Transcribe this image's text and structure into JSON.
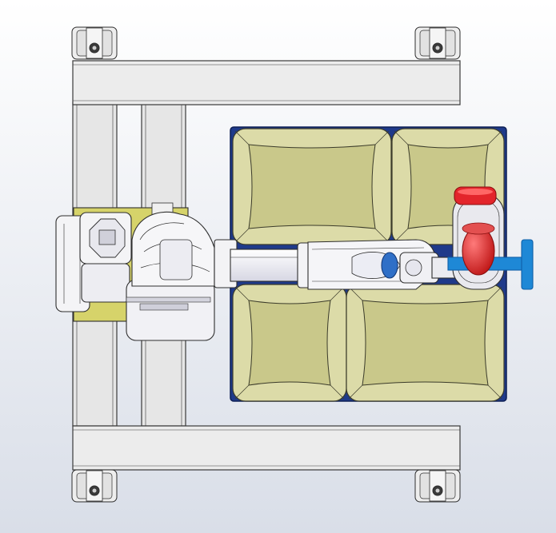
{
  "scene": {
    "kind": "cad-top-view",
    "subject": "robot-palletizing-cell",
    "colors": {
      "background_top": "#ffffff",
      "background_bottom": "#d9dee8",
      "frame_fill": "#e8e8e8",
      "frame_stroke": "#3a3a3a",
      "bag_fill": "#dcdba8",
      "bag_inner": "#c9c88a",
      "pallet": "#1f3a8a",
      "robot_body": "#f4f4f6",
      "robot_shadow": "#c8c8d8",
      "base_plate": "#d6d36a",
      "gripper_red": "#e3252b",
      "gripper_blue": "#1e88d6",
      "gripper_blue_dark": "#0f5fa8"
    },
    "components": [
      "frame",
      "casters",
      "pallet",
      "bags",
      "robot-base",
      "robot-arm",
      "gripper"
    ],
    "caster_count": 4,
    "bag_count": 4
  }
}
